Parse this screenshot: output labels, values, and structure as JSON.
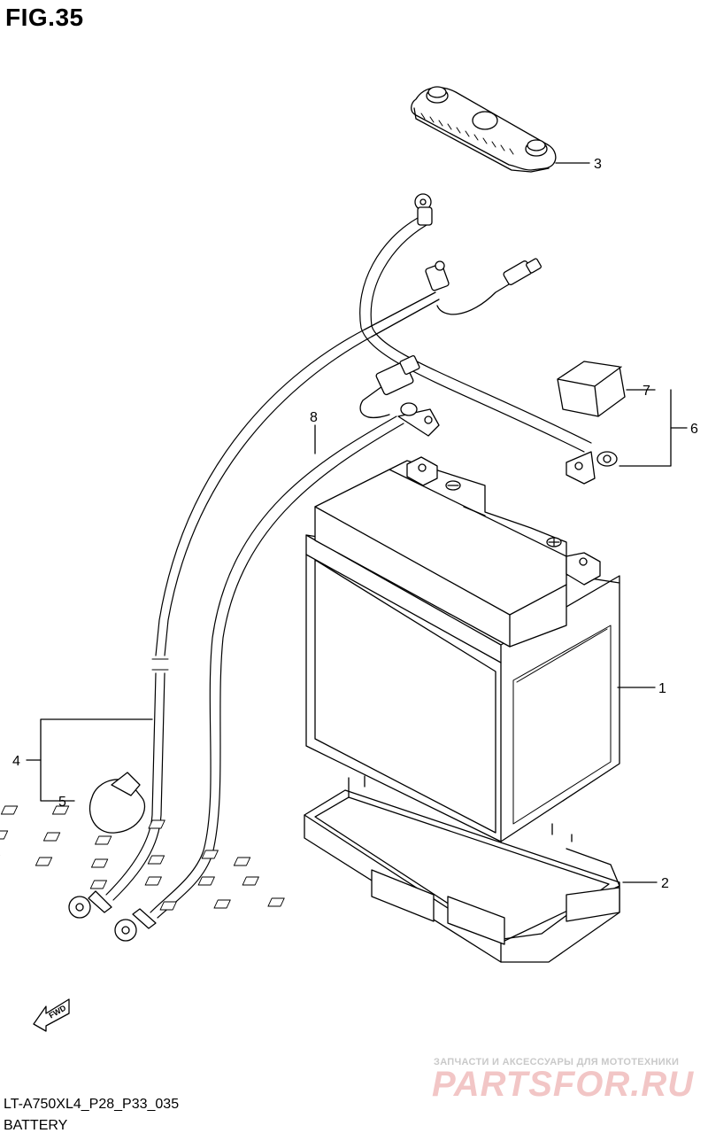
{
  "figure": {
    "title": "FIG.35",
    "code": "LT-A750XL4_P28_P33_035",
    "caption": "BATTERY"
  },
  "callouts": {
    "c1": "1",
    "c2": "2",
    "c3": "3",
    "c4": "4",
    "c5": "5",
    "c6": "6",
    "c7": "7",
    "c8": "8"
  },
  "fwd": {
    "label": "FWD"
  },
  "watermark": {
    "tagline": "ЗАПЧАСТИ И АКСЕССУАРЫ ДЛЯ МОТОТЕХНИКИ",
    "logo": "PARTSFOR.RU"
  },
  "colors": {
    "line": "#000000",
    "watermark_gray": "#c9c9c9",
    "watermark_red": "#f2c6c6"
  }
}
